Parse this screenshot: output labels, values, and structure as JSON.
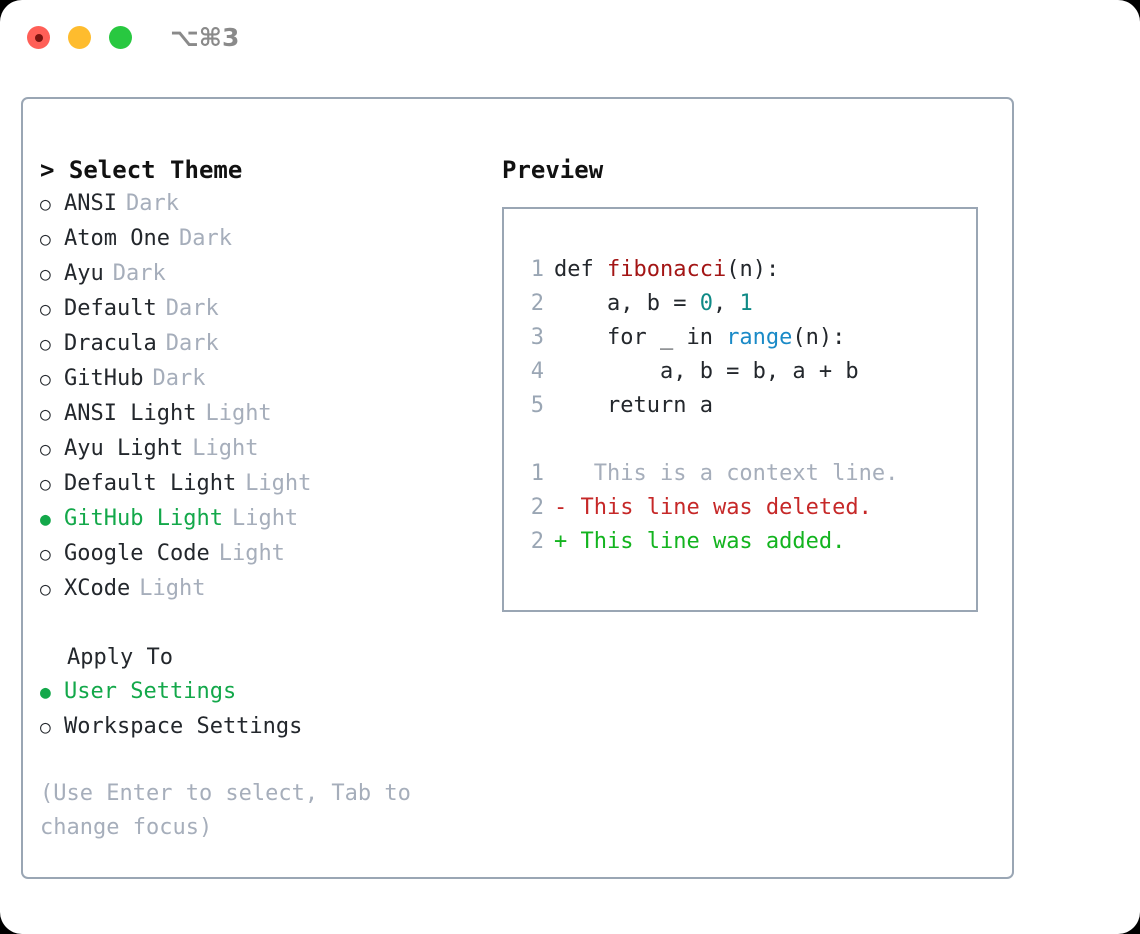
{
  "titlebar": {
    "traffic_lights": [
      "close",
      "minimize",
      "maximize"
    ],
    "shortcut": "⌥⌘3"
  },
  "theme_list": {
    "title": "> Select Theme",
    "bullet_selected": "●",
    "bullet_unselected": "○",
    "selected_color": "#13a84a",
    "items": [
      {
        "name": "ANSI",
        "kind": "Dark",
        "selected": false
      },
      {
        "name": "Atom One",
        "kind": "Dark",
        "selected": false
      },
      {
        "name": "Ayu",
        "kind": "Dark",
        "selected": false
      },
      {
        "name": "Default",
        "kind": "Dark",
        "selected": false
      },
      {
        "name": "Dracula",
        "kind": "Dark",
        "selected": false
      },
      {
        "name": "GitHub",
        "kind": "Dark",
        "selected": false
      },
      {
        "name": "ANSI Light",
        "kind": "Light",
        "selected": false
      },
      {
        "name": "Ayu Light",
        "kind": "Light",
        "selected": false
      },
      {
        "name": "Default Light",
        "kind": "Light",
        "selected": false
      },
      {
        "name": "GitHub Light",
        "kind": "Light",
        "selected": true
      },
      {
        "name": "Google Code",
        "kind": "Light",
        "selected": false
      },
      {
        "name": "XCode",
        "kind": "Light",
        "selected": false
      }
    ]
  },
  "apply_to": {
    "title": "Apply To",
    "items": [
      {
        "name": "User Settings",
        "selected": true
      },
      {
        "name": "Workspace Settings",
        "selected": false
      }
    ]
  },
  "hint": "(Use Enter to select, Tab to change focus)",
  "preview": {
    "title": "Preview",
    "code_lines": [
      {
        "no": "1",
        "tokens": [
          {
            "t": "def ",
            "c": "tok-kw"
          },
          {
            "t": "fibonacci",
            "c": "tok-fn"
          },
          {
            "t": "(n):",
            "c": "code-text"
          }
        ]
      },
      {
        "no": "2",
        "tokens": [
          {
            "t": "    a, b = ",
            "c": "code-text"
          },
          {
            "t": "0",
            "c": "tok-num"
          },
          {
            "t": ", ",
            "c": "code-text"
          },
          {
            "t": "1",
            "c": "tok-num"
          }
        ]
      },
      {
        "no": "3",
        "tokens": [
          {
            "t": "    for _ in ",
            "c": "code-text"
          },
          {
            "t": "range",
            "c": "tok-call"
          },
          {
            "t": "(n):",
            "c": "code-text"
          }
        ]
      },
      {
        "no": "4",
        "tokens": [
          {
            "t": "        a, b = b, a + b",
            "c": "code-text"
          }
        ]
      },
      {
        "no": "5",
        "tokens": [
          {
            "t": "    return a",
            "c": "code-text"
          }
        ]
      }
    ],
    "diff_lines": [
      {
        "no": "1",
        "marker": " ",
        "text": "  This is a context line.",
        "kind": "diff-ctx"
      },
      {
        "no": "2",
        "marker": "-",
        "text": " This line was deleted.",
        "kind": "diff-del"
      },
      {
        "no": "2",
        "marker": "+",
        "text": " This line was added.",
        "kind": "diff-add"
      }
    ]
  },
  "colors": {
    "border": "#9aa6b4",
    "accent_green": "#13a84a",
    "muted": "#a6aebb",
    "text": "#23272c",
    "fn_red": "#a31515",
    "num_teal": "#0f8a86",
    "call_blue": "#1a8ac7",
    "diff_add": "#13b41f",
    "diff_del": "#c62828"
  }
}
